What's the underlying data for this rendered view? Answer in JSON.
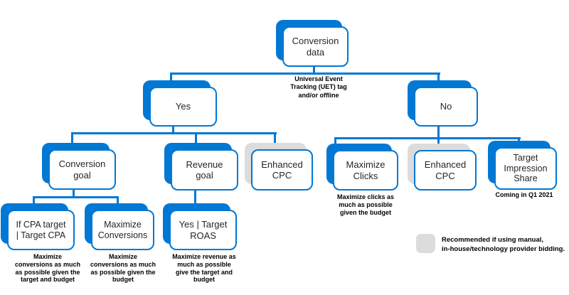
{
  "diagram": {
    "accent_color": "#0078D4",
    "gray_color": "#DCDCDC",
    "edge_label": "Universal Event\nTracking (UET) tag\nand/or offline",
    "nodes": {
      "conversion_data": {
        "label": "Conversion\ndata",
        "variant": "blue"
      },
      "yes": {
        "label": "Yes",
        "variant": "blue"
      },
      "no": {
        "label": "No",
        "variant": "blue"
      },
      "conversion_goal": {
        "label": "Conversion\ngoal",
        "variant": "blue"
      },
      "revenue_goal": {
        "label": "Revenue\ngoal",
        "variant": "blue"
      },
      "enhanced_cpc_left": {
        "label": "Enhanced\nCPC",
        "variant": "gray"
      },
      "maximize_clicks": {
        "label": "Maximize\nClicks",
        "variant": "blue"
      },
      "enhanced_cpc_right": {
        "label": "Enhanced\nCPC",
        "variant": "gray"
      },
      "target_impression_share": {
        "label": "Target\nImpression\nShare",
        "variant": "blue"
      },
      "if_cpa_target": {
        "label": "If CPA target\n| Target CPA",
        "variant": "blue"
      },
      "maximize_conversions": {
        "label": "Maximize\nConversions",
        "variant": "blue"
      },
      "yes_target_roas": {
        "label": "Yes | Target\nROAS",
        "variant": "blue"
      }
    },
    "annotations": {
      "if_cpa_target": "Maximize\nconversions as much\nas possible given the\ntarget and budget",
      "maximize_conversions": "Maximize\nconversions as much\nas possible given the\nbudget",
      "yes_target_roas": "Maximize revenue as\nmuch as possible\ngive the target and\nbudget",
      "maximize_clicks": "Maximize clicks as\nmuch as possible\ngiven the budget",
      "target_impression_share": "Coming in Q1 2021"
    },
    "legend": {
      "text": "Recommended if using manual,\nin-house/technology provider bidding."
    }
  }
}
